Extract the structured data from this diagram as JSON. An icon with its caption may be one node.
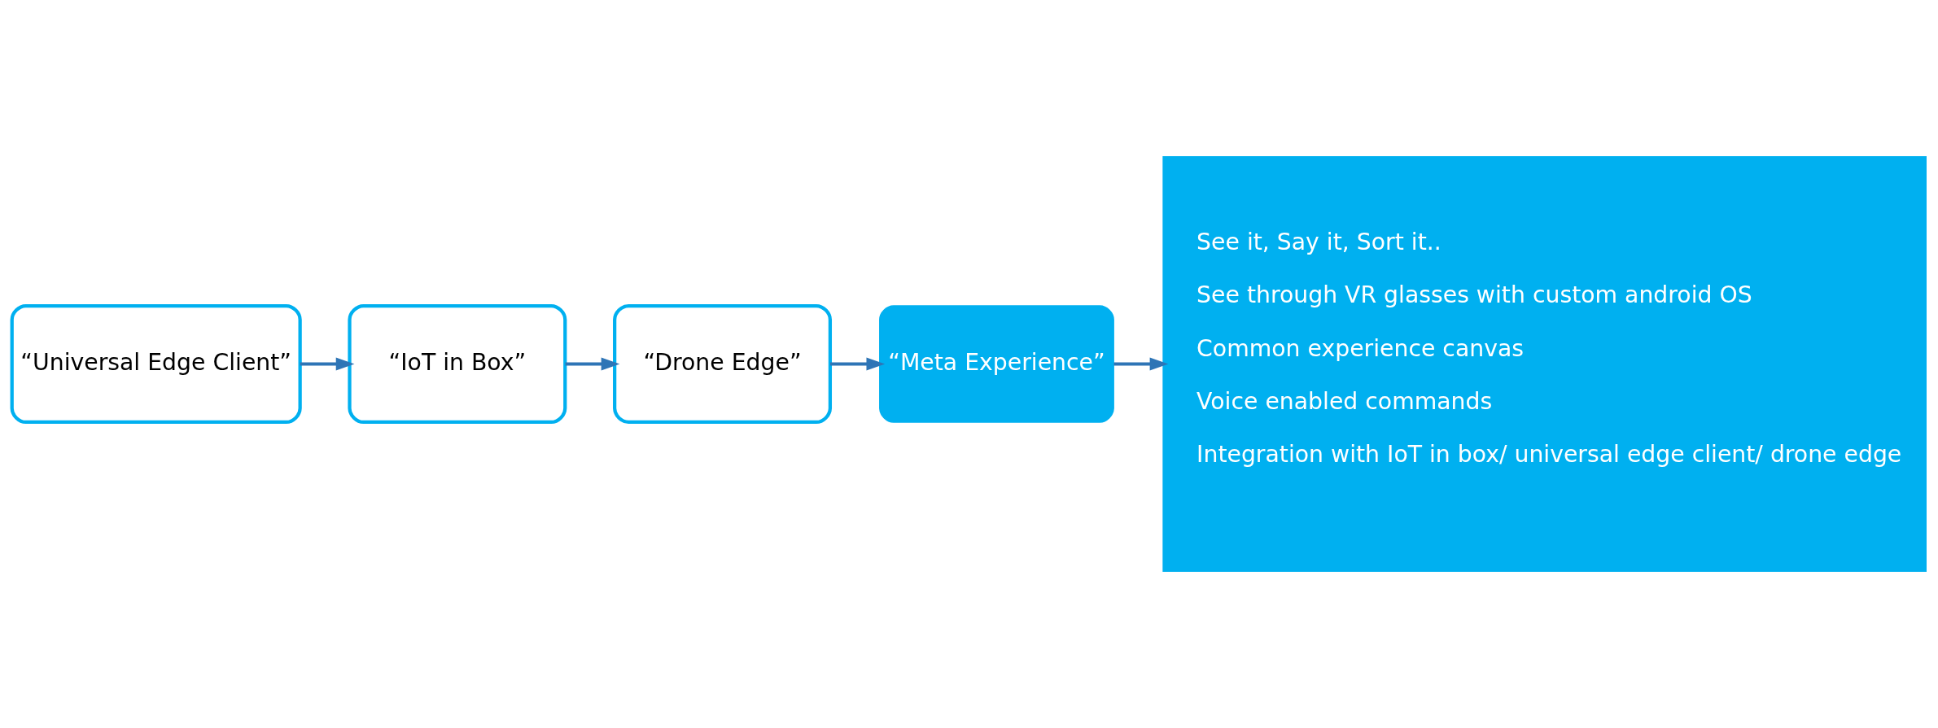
{
  "diagram": {
    "nodes": [
      {
        "text": [
          "“Universal Edge Client”"
        ]
      },
      {
        "text": [
          "“IoT in Box”"
        ]
      },
      {
        "text": [
          "“Drone Edge”"
        ]
      },
      {
        "text": [
          "“Meta Experience”"
        ]
      },
      {
        "text": [
          "See it, Say it, Sort it..",
          "See through VR glasses with custom android OS",
          "Common experience canvas",
          "Voice enabled commands",
          "Integration with IoT in box/ universal edge client/ drone edge"
        ]
      }
    ],
    "edges": [
      {
        "from": 0,
        "to": 1,
        "arrow": "to"
      },
      {
        "from": 1,
        "to": 2,
        "arrow": "to"
      },
      {
        "from": 2,
        "to": 3,
        "arrow": "to"
      },
      {
        "from": 3,
        "to": 4,
        "arrow": "to"
      }
    ]
  }
}
